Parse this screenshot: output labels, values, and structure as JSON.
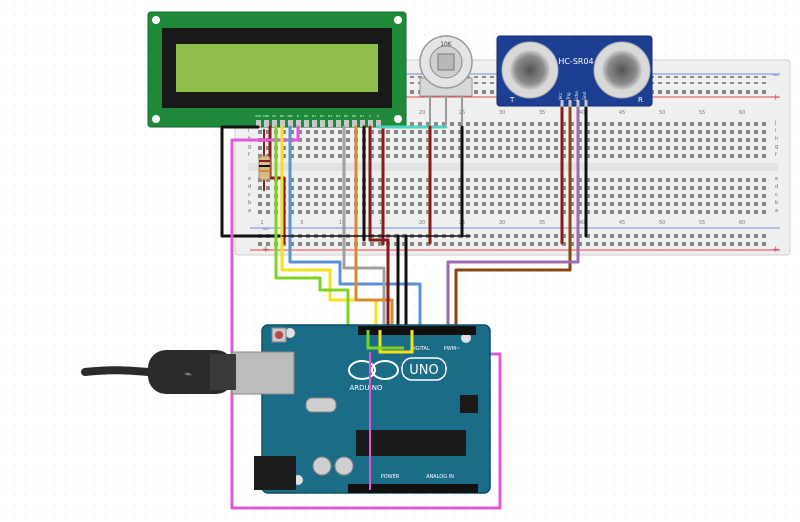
{
  "components": {
    "potentiometer": {
      "label": "10K"
    },
    "ultrasonic": {
      "model": "HC-SR04",
      "left_label": "T",
      "right_label": "R",
      "pins": [
        "Vcc",
        "Trig",
        "Echo",
        "Gnd"
      ]
    },
    "lcd": {
      "pin_labels": [
        "VSS",
        "VDD",
        "V0",
        "RS",
        "RW",
        "E",
        "D0",
        "D1",
        "D2",
        "D3",
        "D4",
        "D5",
        "D6",
        "D7",
        "A",
        "K"
      ]
    },
    "breadboard": {
      "row_letters_top": [
        "j",
        "i",
        "h",
        "g",
        "f"
      ],
      "row_letters_bottom": [
        "e",
        "d",
        "c",
        "b",
        "a"
      ],
      "column_numbers": [
        "1",
        "5",
        "10",
        "15",
        "20",
        "25",
        "30",
        "35",
        "40",
        "45",
        "50",
        "55",
        "60"
      ]
    },
    "arduino": {
      "name": "UNO",
      "brand": "ARDUINO",
      "digital_label": "DIGITAL",
      "pwm_label": "PWM~",
      "analog_label": "ANALOG IN",
      "power_label": "POWER"
    }
  },
  "colors": {
    "lcd_board": "#1f8a3a",
    "lcd_screen": "#8fbf4a",
    "sensor_board": "#1c3f94",
    "arduino_board": "#1a6c87",
    "breadboard": "#eeeeee",
    "wire_black": "#111111",
    "wire_red": "#8b1a1a",
    "wire_yellow": "#f2e21a",
    "wire_green": "#7ed321",
    "wire_blue": "#5b8fd6",
    "wire_gray": "#a0a0a0",
    "wire_orange": "#d98a2a",
    "wire_brown": "#8b4513",
    "wire_magenta": "#e05ad6",
    "wire_purple": "#9b6bb0",
    "wire_teal": "#4fd1c1",
    "usb_cable": "#2b2b2b"
  }
}
